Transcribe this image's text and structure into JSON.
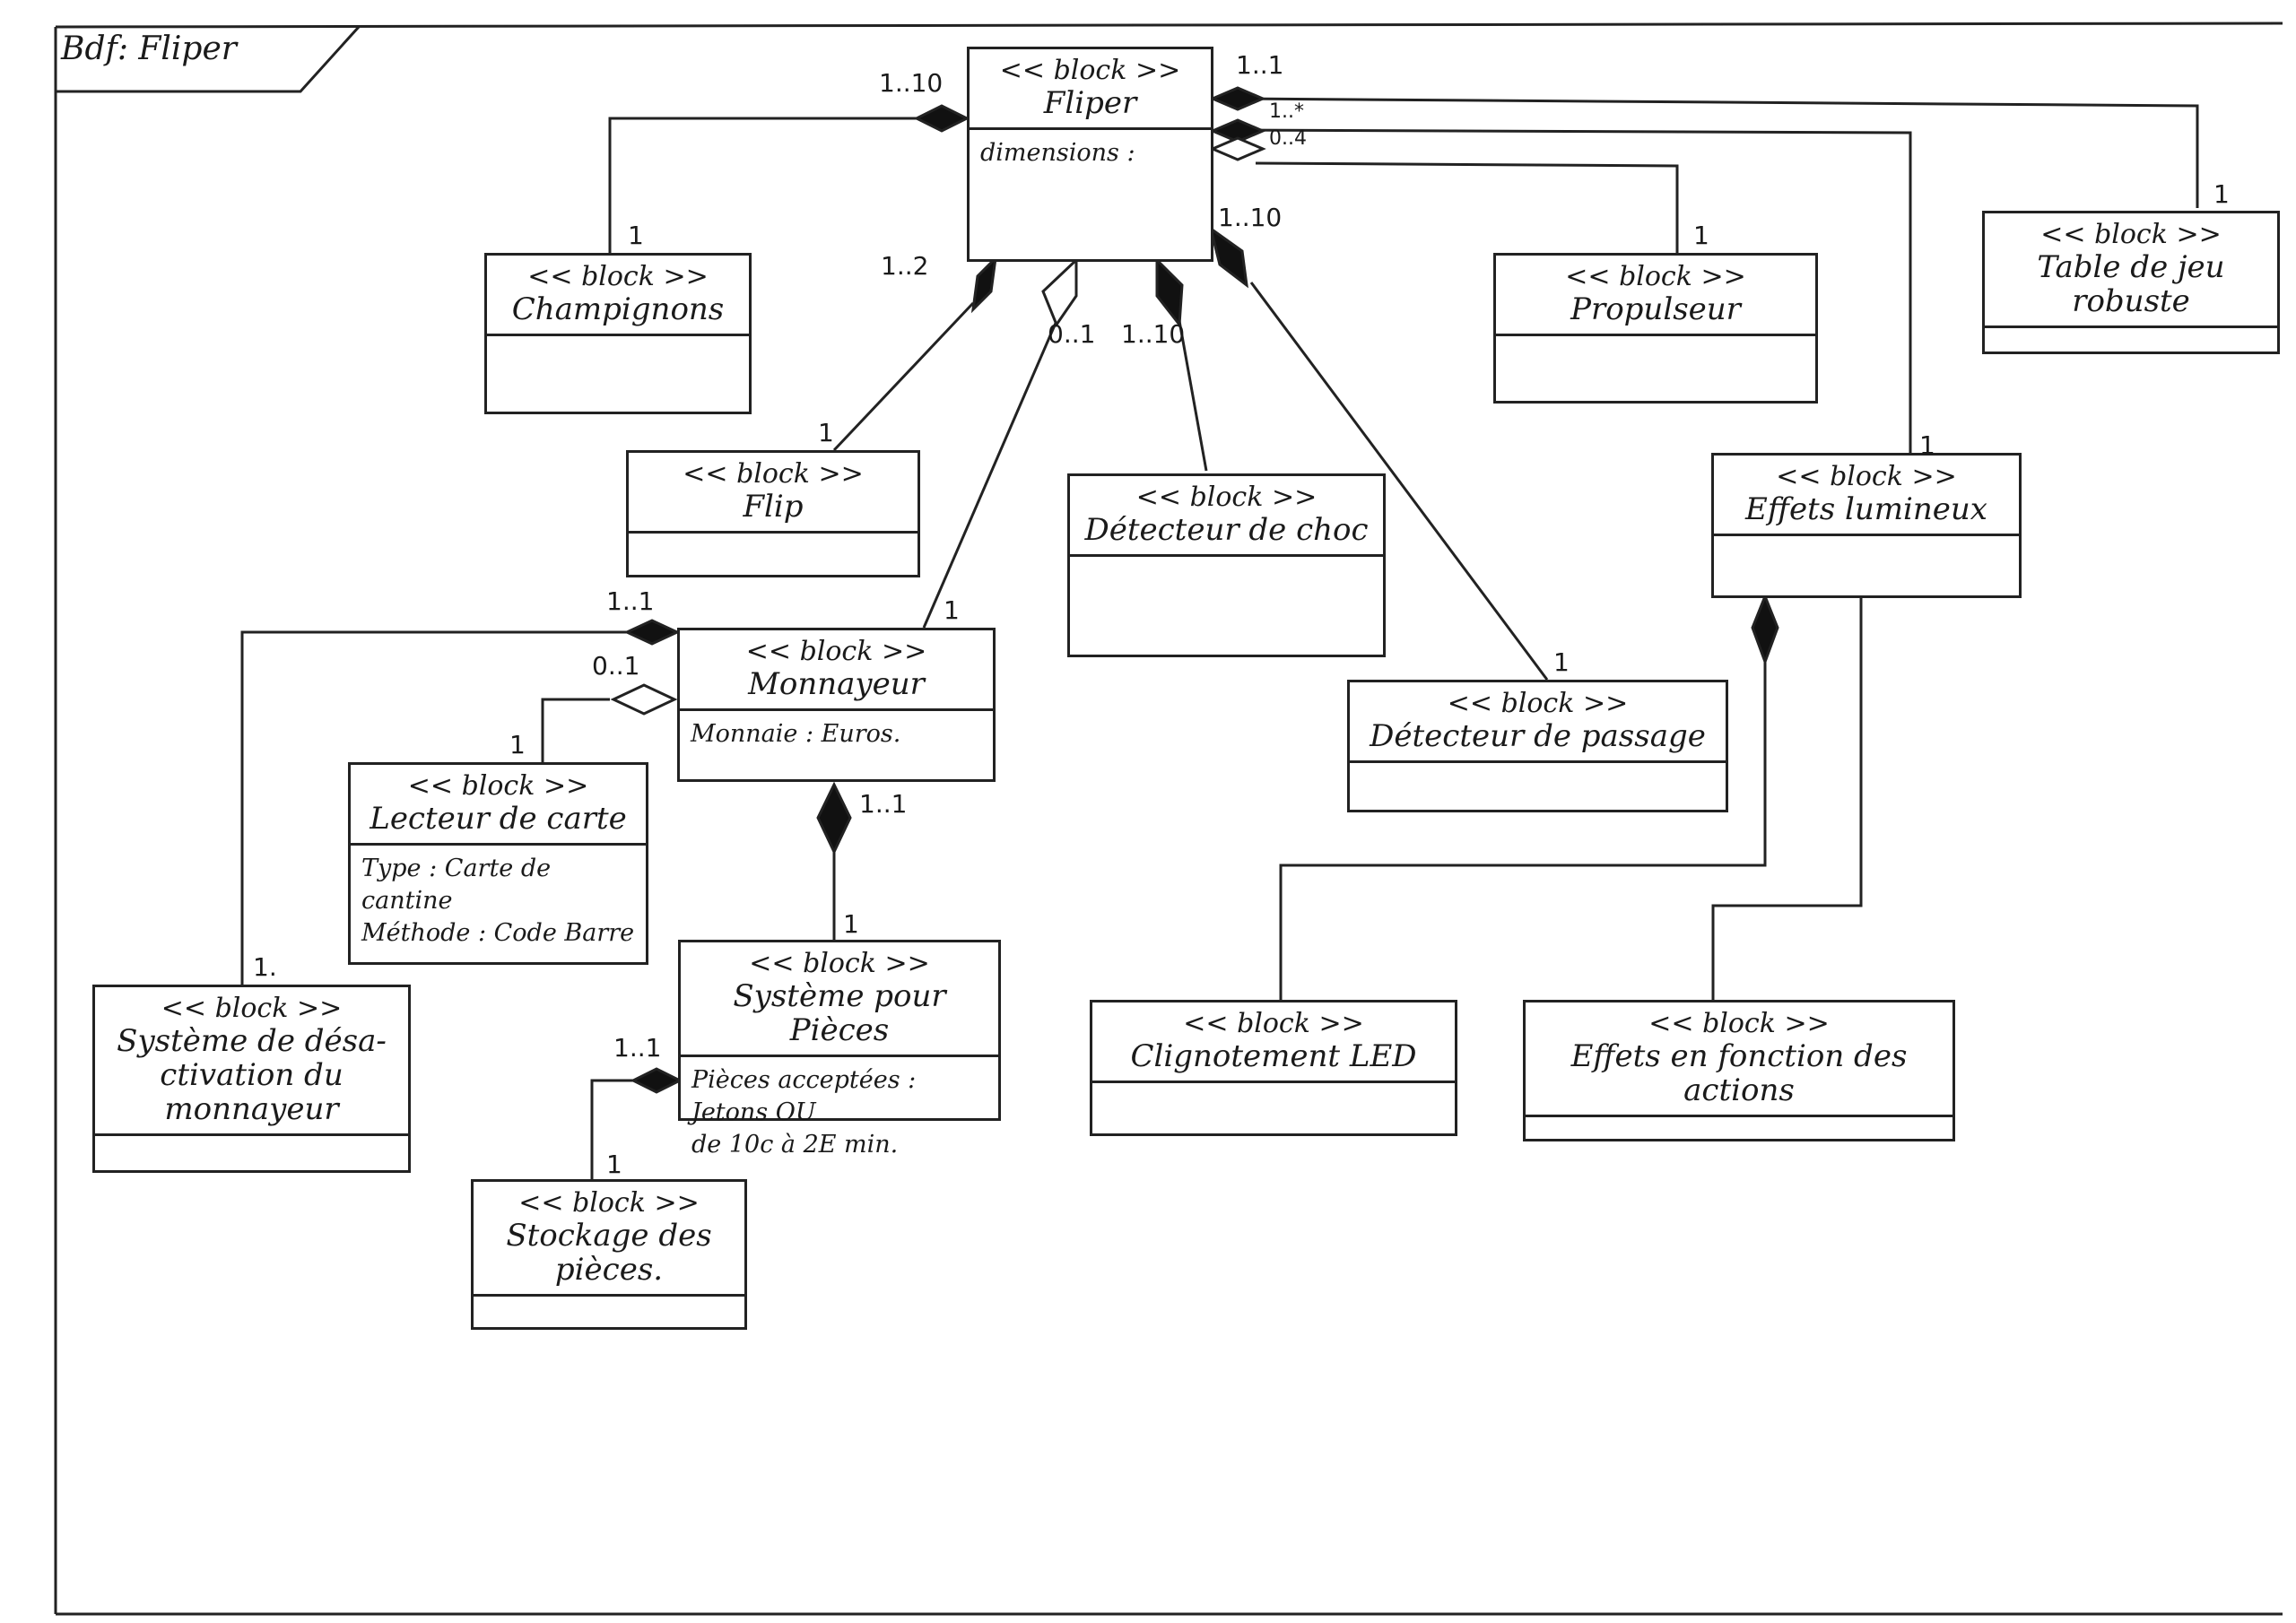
{
  "frame": {
    "title": "Bdf: Fliper"
  },
  "stereotype": "<< block >>",
  "blocks": {
    "fliper": {
      "name": "Fliper",
      "attributes": "dimensions :"
    },
    "champignons": {
      "name": "Champignons",
      "attributes": ""
    },
    "flip": {
      "name": "Flip",
      "attributes": ""
    },
    "detecteur_choc": {
      "name": "Détecteur de choc",
      "attributes": ""
    },
    "detecteur_passage": {
      "name": "Détecteur de passage",
      "attributes": ""
    },
    "propulseur": {
      "name": "Propulseur",
      "attributes": ""
    },
    "table": {
      "name": "Table de jeu robuste",
      "attributes": ""
    },
    "effets_lumineux": {
      "name": "Effets lumineux",
      "attributes": ""
    },
    "monnayeur": {
      "name": "Monnayeur",
      "attributes": "Monnaie : Euros."
    },
    "lecteur_carte": {
      "name": "Lecteur de carte",
      "attributes": "Type : Carte de\n            cantine\nMéthode : Code Barre"
    },
    "desactivation": {
      "name": "Système de désa-\nctivation du\nmonnayeur",
      "attributes": ""
    },
    "systeme_pieces": {
      "name": "Système pour Pièces",
      "attributes": "Pièces acceptées :\n   Jetons  OU\n   de 10c à 2E min."
    },
    "stockage": {
      "name": "Stockage des\npièces.",
      "attributes": ""
    },
    "clignotement": {
      "name": "Clignotement LED",
      "attributes": ""
    },
    "effets_actions": {
      "name": "Effets en fonction des actions",
      "attributes": ""
    }
  },
  "multiplicities": {
    "fliper_champignons": "1..10",
    "champignons": "1",
    "fliper_top_right": "1..1",
    "fliper_table": "1..*",
    "fliper_effets": "0..4",
    "propulseur": "1",
    "table": "1",
    "fliper_flip": "1..2",
    "flip": "1",
    "fliper_monnayeur": "0..1",
    "fliper_choc": "1..10",
    "fliper_passage": "1..10",
    "monnayeur": "1",
    "passage": "1",
    "effets": "1",
    "monnayeur_desactivation": "1..1",
    "monnayeur_lecteur": "0..1",
    "lecteur": "1",
    "desactivation": "1.",
    "monnayeur_pieces": "1..1",
    "pieces": "1",
    "pieces_stockage": "1..1",
    "stockage": "1"
  }
}
